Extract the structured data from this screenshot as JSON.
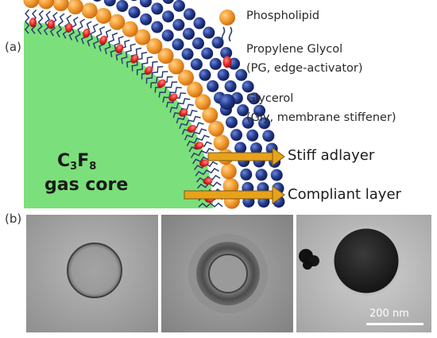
{
  "panel_a_label": "(a)",
  "panel_b_label": "(b)",
  "legend": {
    "phospholipid": "Phospholipid",
    "pg_line1": "Propylene Glycol",
    "pg_line2": "(PG, edge-activator)",
    "gly_line1": "Glycerol",
    "gly_line2": "(Gly, membrane stiffener)"
  },
  "core": {
    "formula_c": "C",
    "formula_c_sub": "3",
    "formula_f": "F",
    "formula_f_sub": "8",
    "line2": "gas core"
  },
  "arrows": {
    "stiff": "Stiff adlayer",
    "compliant": "Compliant layer"
  },
  "scale_bar": "200 nm",
  "colors": {
    "core_green": "#7be07b",
    "phospholipid_orange": "#f29a2e",
    "propylene_glycol_red": "#e02020",
    "glycerol_blue": "#1c2f7a",
    "arrow_orange": "#e8a21a"
  }
}
